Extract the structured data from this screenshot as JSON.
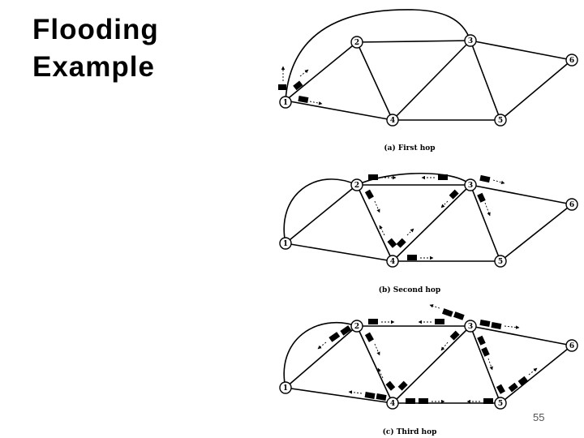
{
  "slide": {
    "title_line1": "Flooding",
    "title_line2": "Example",
    "page_number": "55"
  },
  "diagram": {
    "nodes": [
      "1",
      "2",
      "3",
      "4",
      "5",
      "6"
    ],
    "edges": [
      [
        "1",
        "2"
      ],
      [
        "1",
        "4"
      ],
      [
        "2",
        "3"
      ],
      [
        "2",
        "4"
      ],
      [
        "3",
        "4"
      ],
      [
        "3",
        "5"
      ],
      [
        "3",
        "6"
      ],
      [
        "4",
        "5"
      ],
      [
        "5",
        "6"
      ]
    ],
    "panels": [
      {
        "caption": "(a) First hop"
      },
      {
        "caption": "(b) Second hop"
      },
      {
        "caption": "(c) Third hop"
      }
    ]
  }
}
